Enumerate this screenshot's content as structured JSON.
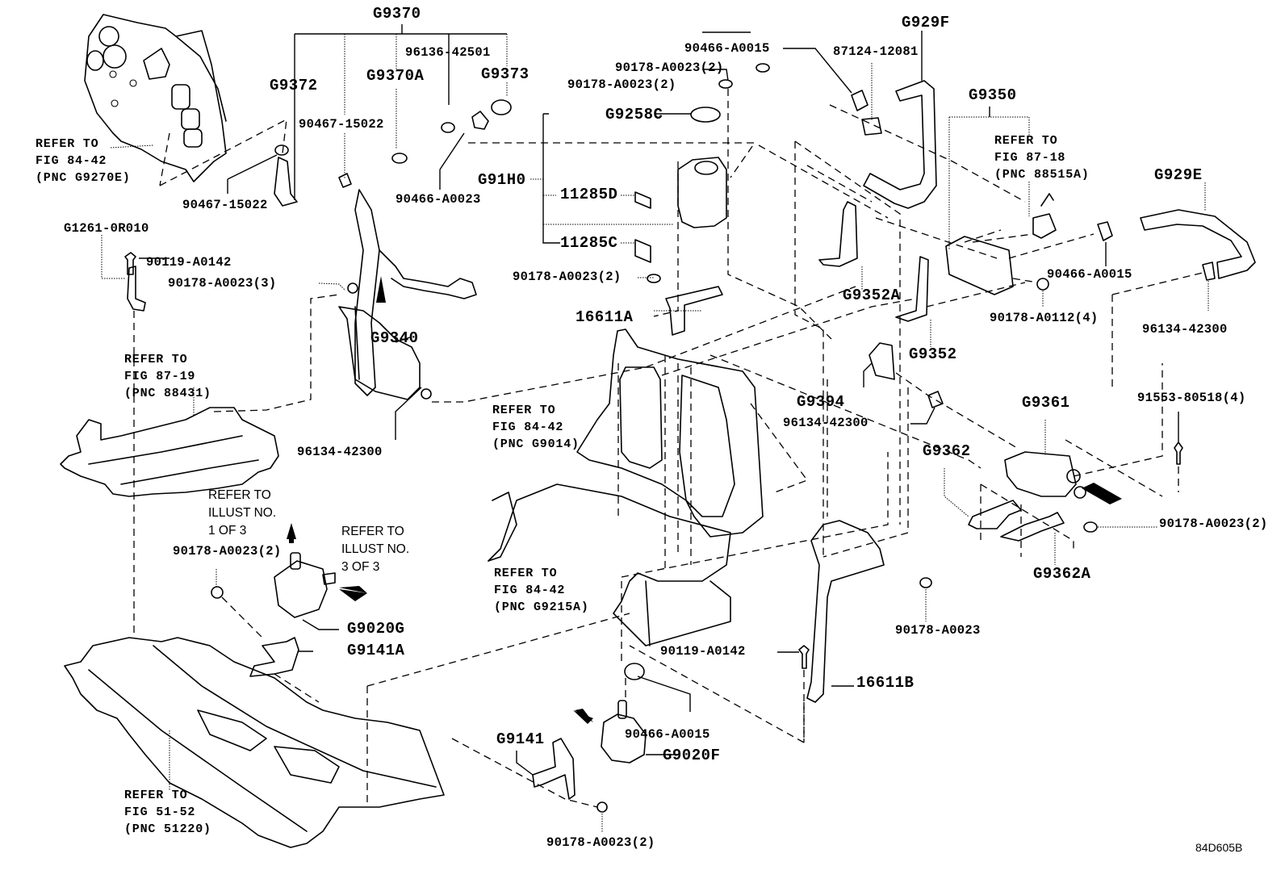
{
  "diagram": {
    "title": "Inverter cooling / water pump parts diagram",
    "illustration_code": "84D605B",
    "callouts": {
      "g9370": "G9370",
      "g9372": "G9372",
      "g9370a": "G9370A",
      "g9373": "G9373",
      "p96136_42501": "96136-42501",
      "p90467_15022_top": "90467-15022",
      "p90467_15022_hose": "90467-15022",
      "p90466_a0023": "90466-A0023",
      "g9258c": "G9258C",
      "g91h0": "G91H0",
      "p11285d": "11285D",
      "p11285c": "11285C",
      "p90466_a0015_top": "90466-A0015",
      "p90178_a0023_2_a": "90178-A0023(2)",
      "p90178_a0023_2_b": "90178-A0023(2)",
      "p90178_a0023_2_c": "90178-A0023(2)",
      "p87124_12081": "87124-12081",
      "g929f": "G929F",
      "g9350": "G9350",
      "g929e": "G929E",
      "p90466_a0015_right": "90466-A0015",
      "p90178_a0112_4": "90178-A0112(4)",
      "p96134_42300_right": "96134-42300",
      "g9352a": "G9352A",
      "g9352": "G9352",
      "g1261_0r010": "G1261-0R010",
      "p90119_a0142_left": "90119-A0142",
      "p90178_a0023_3": "90178-A0023(3)",
      "g9340": "G9340",
      "p96134_42300_left": "96134-42300",
      "p16611a": "16611A",
      "g9394": "G9394",
      "p96134_42300_mid": "96134-42300",
      "g9361": "G9361",
      "p91553_80518_4": "91553-80518(4)",
      "g9362": "G9362",
      "g9362a": "G9362A",
      "p90178_a0023_2_right": "90178-A0023(2)",
      "p90178_a0023_2_pump": "90178-A0023(2)",
      "g9020g": "G9020G",
      "g9141a": "G9141A",
      "p90178_a0023_single": "90178-A0023",
      "p90119_a0142_mid": "90119-A0142",
      "p16611b": "16611B",
      "p90466_a0015_bottom": "90466-A0015",
      "g9141": "G9141",
      "g9020f": "G9020F",
      "p90178_a0023_2_bottom": "90178-A0023(2)"
    },
    "references": {
      "fig_84_42_g9270e": "REFER TO\nFIG 84-42\n(PNC G9270E)",
      "fig_87_18_88515a": "REFER TO\nFIG 87-18\n(PNC 88515A)",
      "fig_87_19_88431": "REFER TO\nFIG 87-19\n(PNC 88431)",
      "fig_84_42_g9014": "REFER TO\nFIG 84-42\n(PNC G9014)",
      "fig_84_42_g9215a": "REFER TO\nFIG 84-42\n(PNC G9215A)",
      "fig_51_52_51220": "REFER TO\nFIG 51-52\n(PNC 51220)",
      "illust_1_of_3": "REFER TO\nILLUST NO.\n1 OF 3",
      "illust_3_of_3": "REFER TO\nILLUST NO.\n3 OF 3"
    }
  }
}
